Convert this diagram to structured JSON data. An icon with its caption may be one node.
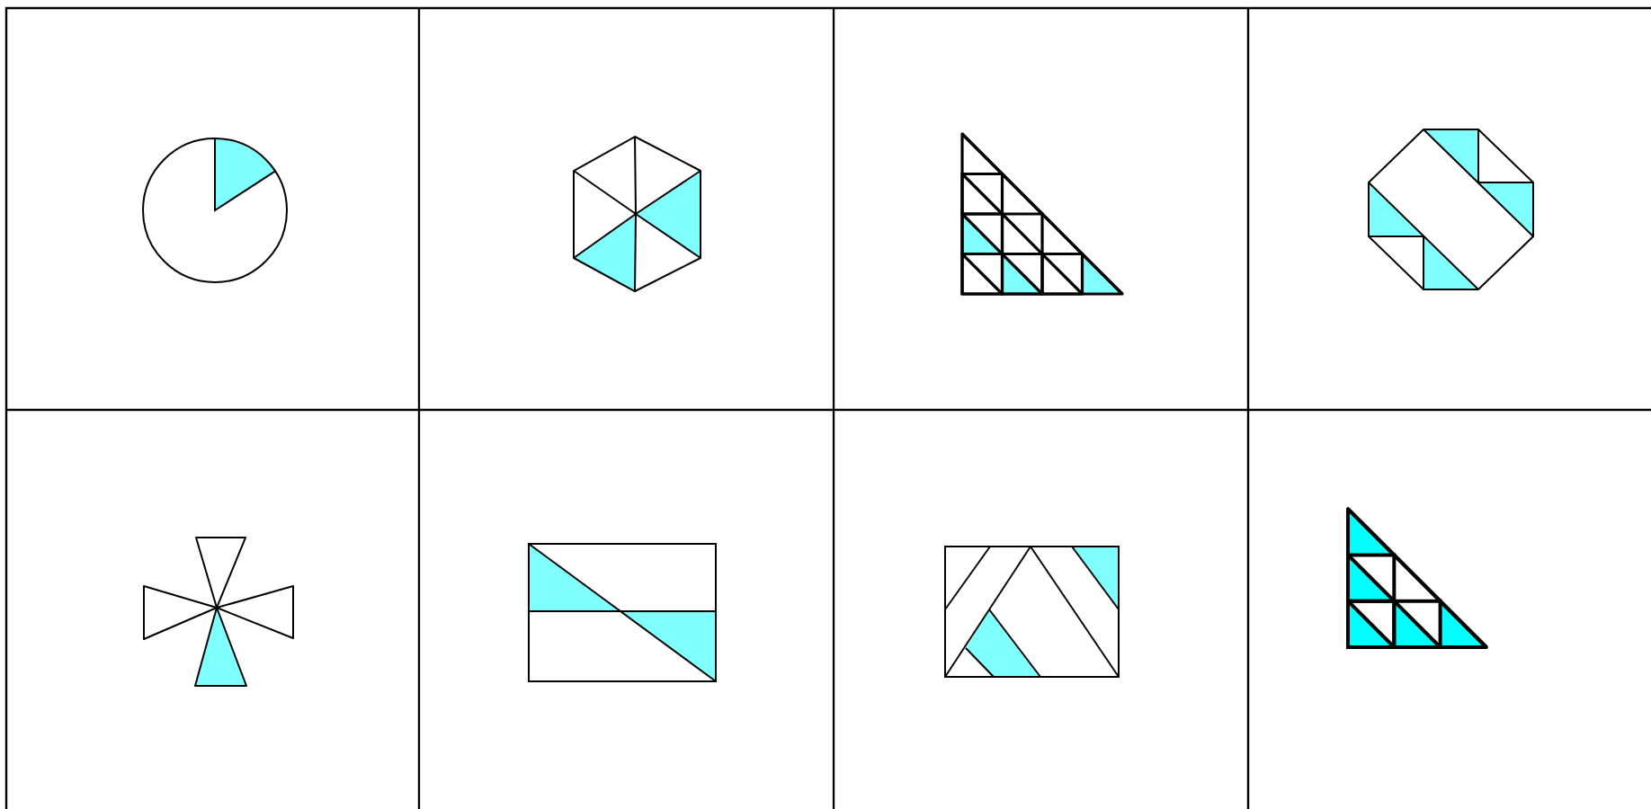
{
  "diagram": {
    "nodes": [
      {
        "text": [],
        "shape": "circle"
      },
      {
        "text": [],
        "shape": "hexagon"
      },
      {
        "text": [],
        "shape": "triangle"
      },
      {
        "text": [],
        "shape": "octagon"
      },
      {
        "text": [],
        "shape": "pinwheel"
      },
      {
        "text": [],
        "shape": "rectangle"
      },
      {
        "text": [],
        "shape": "rectangle"
      },
      {
        "text": [],
        "shape": "triangle"
      }
    ]
  }
}
